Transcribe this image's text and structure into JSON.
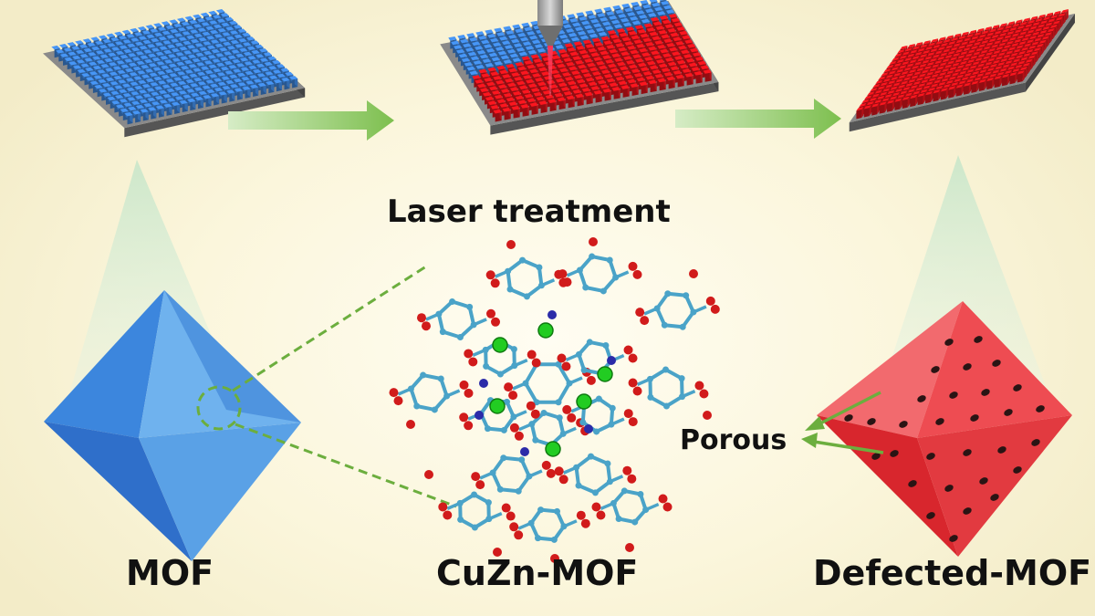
{
  "labels": {
    "mof": "MOF",
    "cuzn_mof": "CuZn-MOF",
    "defected_mof": "Defected-MOF",
    "laser_treatment": "Laser treatment",
    "porous": "Porous"
  },
  "colors": {
    "mof_blue": "#3f86dc",
    "treated_red": "#e0141c",
    "substrate_gray": "#6d6d6d",
    "arrow_green": "#8fca62",
    "dashed_green": "#6cae3e",
    "carbon": "#4aa3c8",
    "oxygen": "#d11b1b",
    "nitrogen": "#2b2ba8",
    "metal": "#22cc22"
  },
  "icons": {
    "laser_head": "laser-nozzle-icon",
    "flow_arrows": "arrow-right-icon"
  }
}
